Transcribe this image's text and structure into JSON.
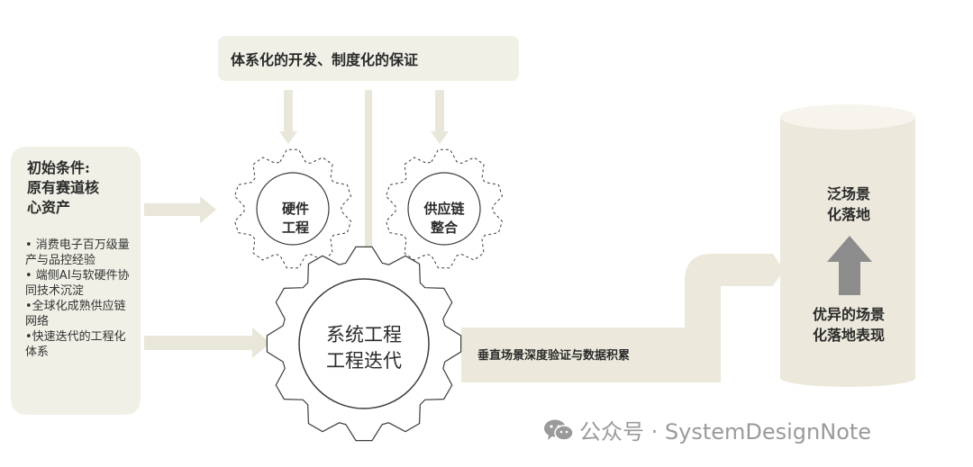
{
  "top_banner": "体系化的开发、制度化的保证",
  "initial_conditions": {
    "title_lines": [
      "初始条件:",
      "原有赛道核",
      "心资产"
    ],
    "items": [
      "• 消费电子百万级量产与品控经验",
      "• 端侧AI与软硬件协同技术沉淀",
      "•全球化成熟供应链网络",
      "•快速迭代的工程化体系"
    ]
  },
  "gears": {
    "hardware": [
      "硬件",
      "工程"
    ],
    "supply_chain": [
      "供应链",
      "整合"
    ],
    "system": [
      "系统工程",
      "工程迭代"
    ]
  },
  "pipe_label": "垂直场景深度验证与数据积累",
  "cylinder": {
    "top_text": [
      "泛场景",
      "化落地"
    ],
    "bottom_text": [
      "优异的场景",
      "化落地表现"
    ]
  },
  "watermark": "公众号 · SystemDesignNote",
  "colors": {
    "panel": "#f1f0e7",
    "arrow": "#e9e7d9",
    "gear_stroke": "#3d3d3d",
    "cylinder_arrow": "#8c8c8c"
  }
}
